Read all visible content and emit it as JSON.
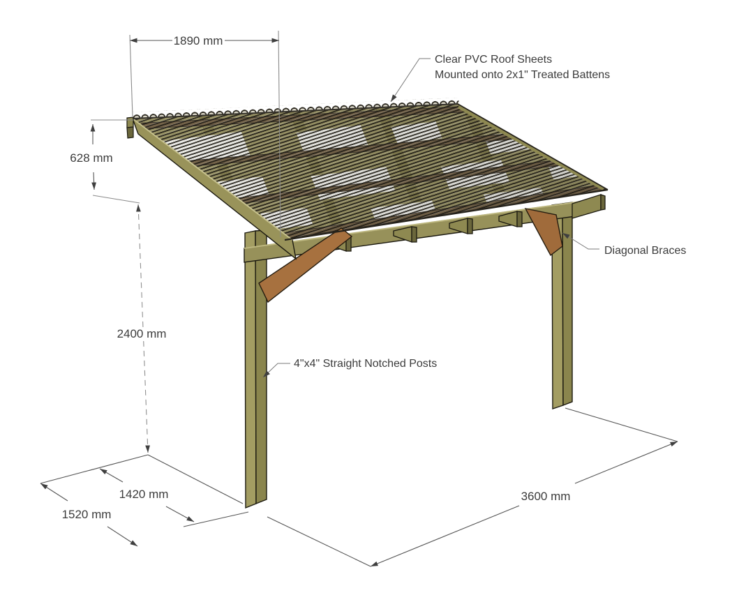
{
  "diagram": {
    "type": "construction-drawing",
    "subject": "Lean-to timber shelter with clear corrugated PVC roof"
  },
  "dimensions": {
    "roof_depth_top": "1890 mm",
    "fascia_drop": "628 mm",
    "post_height": "2400 mm",
    "footprint_inner_depth": "1420 mm",
    "footprint_outer_depth": "1520 mm",
    "width": "3600 mm"
  },
  "annotations": {
    "roof_note_line1": "Clear PVC Roof Sheets",
    "roof_note_line2": "Mounted onto 2x1\" Treated Battens",
    "braces_note": "Diagonal Braces",
    "posts_note": "4\"x4\" Straight Notched Posts"
  },
  "colors": {
    "timber": "#99935a",
    "timber_dark": "#6b673c",
    "timber_light": "#a39d62",
    "brace_brown": "#a7713f",
    "batten_brown": "#7a684d",
    "roof_base": "#a09a6b",
    "stripe_dark": "#201d16",
    "dimension_line": "#555555",
    "label_text": "#3b3b3b",
    "background": "#ffffff"
  }
}
